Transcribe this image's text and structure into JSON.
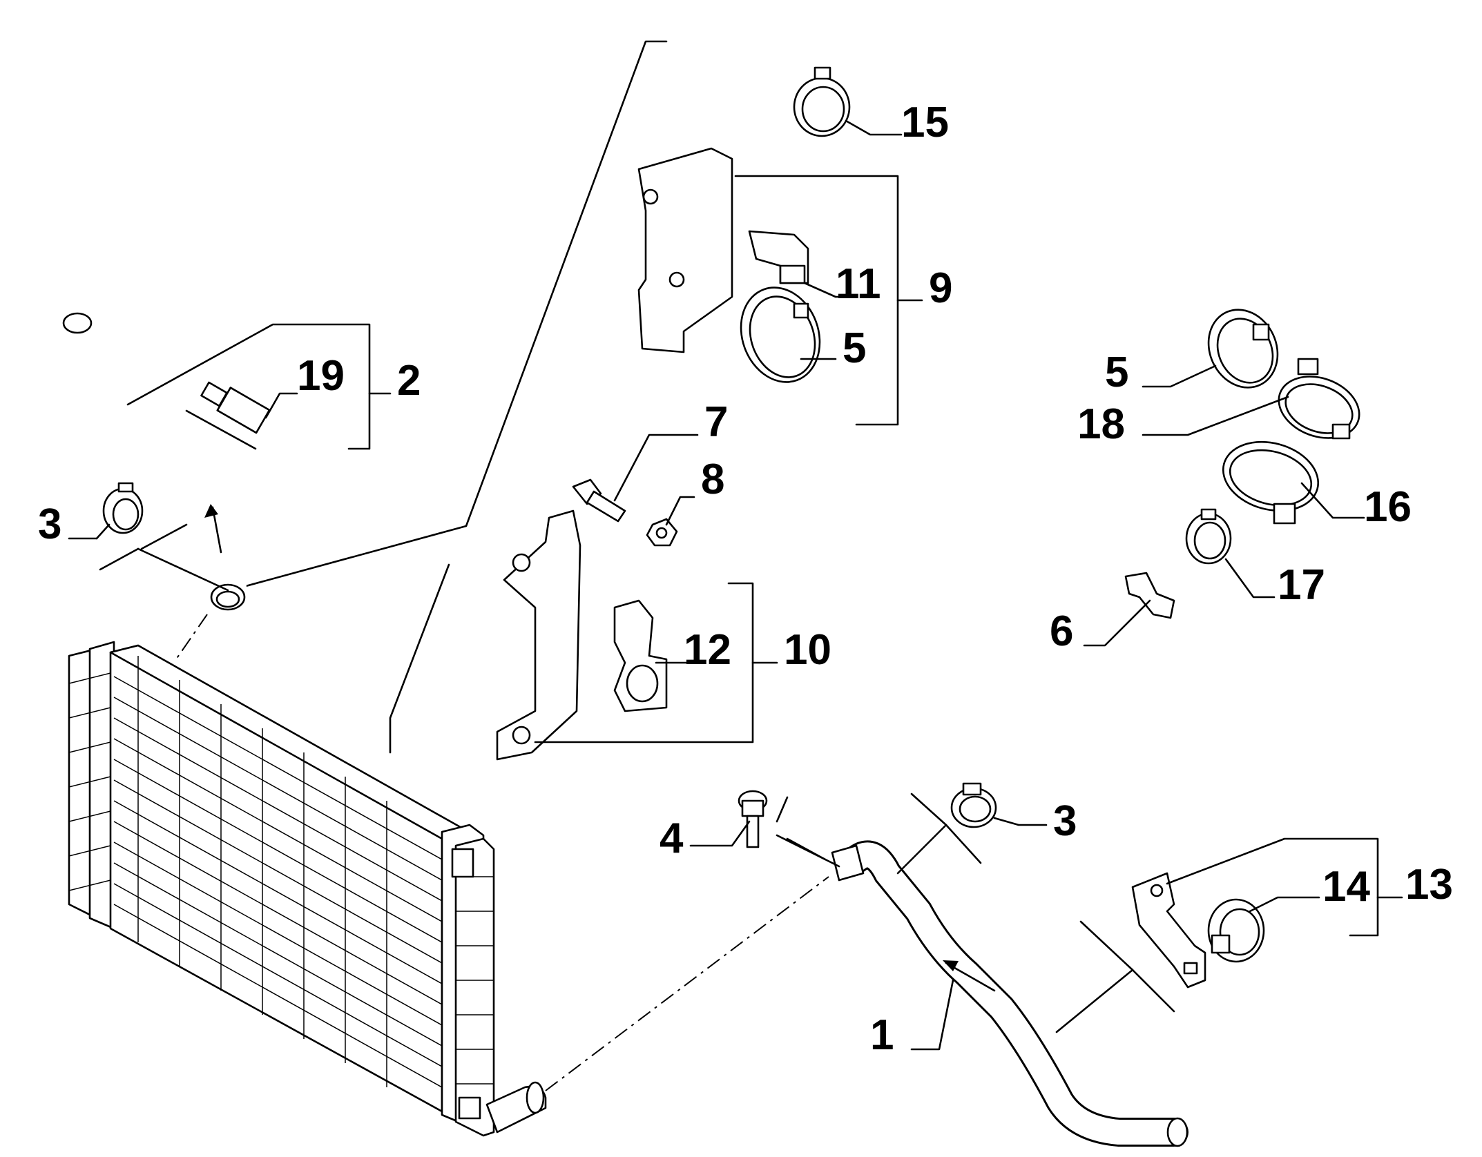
{
  "diagram": {
    "colors": {
      "ink": "#000000",
      "paper": "#ffffff"
    },
    "callouts": [
      {
        "id": "p1",
        "label": "1"
      },
      {
        "id": "p2",
        "label": "2"
      },
      {
        "id": "p3a",
        "label": "3"
      },
      {
        "id": "p3b",
        "label": "3"
      },
      {
        "id": "p4",
        "label": "4"
      },
      {
        "id": "p5a",
        "label": "5"
      },
      {
        "id": "p5b",
        "label": "5"
      },
      {
        "id": "p6",
        "label": "6"
      },
      {
        "id": "p7",
        "label": "7"
      },
      {
        "id": "p8",
        "label": "8"
      },
      {
        "id": "p9",
        "label": "9"
      },
      {
        "id": "p10",
        "label": "10"
      },
      {
        "id": "p11",
        "label": "11"
      },
      {
        "id": "p12",
        "label": "12"
      },
      {
        "id": "p13",
        "label": "13"
      },
      {
        "id": "p14",
        "label": "14"
      },
      {
        "id": "p15",
        "label": "15"
      },
      {
        "id": "p16",
        "label": "16"
      },
      {
        "id": "p17",
        "label": "17"
      },
      {
        "id": "p18",
        "label": "18"
      },
      {
        "id": "p19",
        "label": "19"
      }
    ]
  }
}
